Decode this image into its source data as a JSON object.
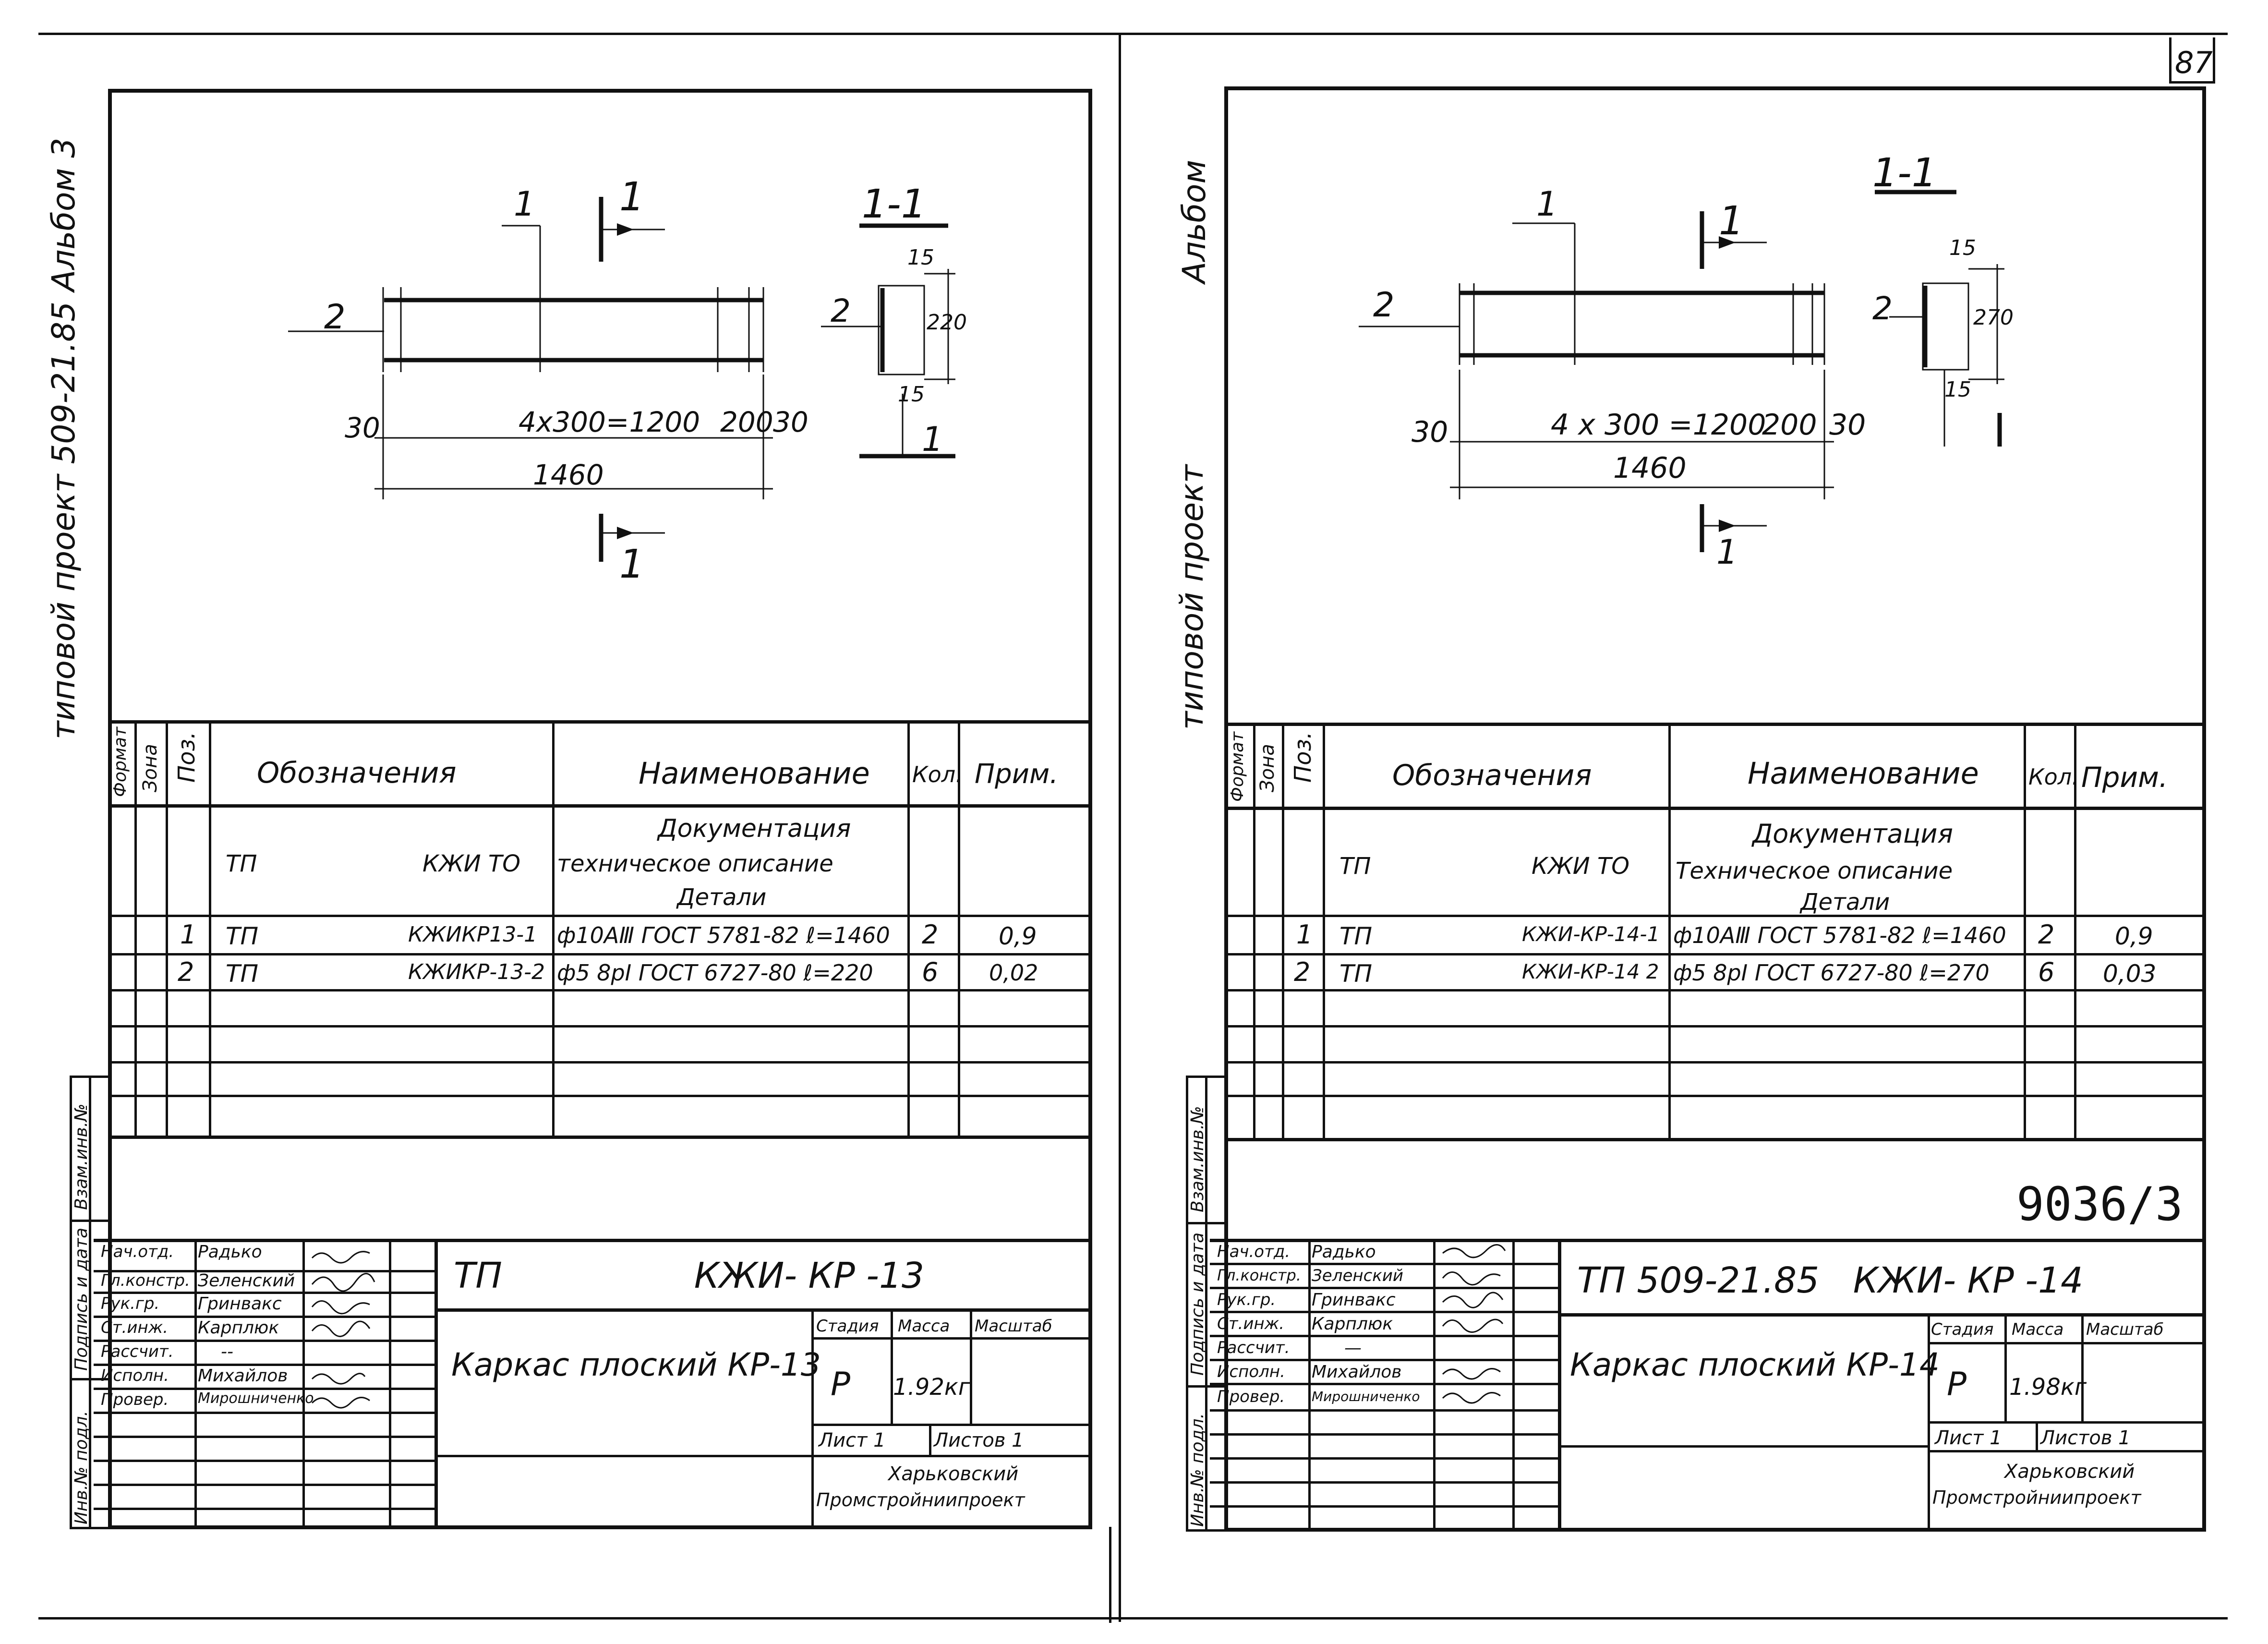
{
  "page_number": "87",
  "left": {
    "side_label": "типовой проект 509-21.85 Альбом 3",
    "drawing": {
      "section_label": "1-1",
      "cut_mark": "1",
      "pos1": "1",
      "pos2": "2",
      "dim_spacing": "4x300=1200",
      "dim_200": "200",
      "dim_30_left": "30",
      "dim_30_right": "30",
      "dim_total": "1460",
      "sec_15_top": "15",
      "sec_220": "220",
      "sec_15_bottom": "15"
    },
    "spec": {
      "headers": {
        "format": "Формат",
        "zone": "Зона",
        "pos": "Поз.",
        "designation": "Обозначения",
        "name": "Наименование",
        "qty": "Кол.",
        "note": "Прим."
      },
      "doc_row": {
        "designation_a": "ТП",
        "designation_b": "КЖИ ТО",
        "name_line1": "Документация",
        "name_line2": "техническое описание",
        "name_line3": "Детали"
      },
      "rows": [
        {
          "pos": "1",
          "designation_a": "ТП",
          "designation_b": "КЖИКР13-1",
          "name": "ф10АⅢ ГОСТ 5781-82 ℓ=1460",
          "qty": "2",
          "note": "0,9"
        },
        {
          "pos": "2",
          "designation_a": "ТП",
          "designation_b": "КЖИКР-13-2",
          "name": "ф5 8рⅠ ГОСТ 6727-80 ℓ=220",
          "qty": "6",
          "note": "0,02"
        }
      ]
    },
    "side_stamp": {
      "a": "Взам.инв.№",
      "b": "Подпись и дата",
      "c": "Инв.№ подл."
    },
    "title_block": {
      "roles": [
        "Нач.отд.",
        "Гл.констр.",
        "Рук.гр.",
        "Ст.инж.",
        "Рассчит.",
        "Исполн.",
        "Провер."
      ],
      "names": [
        "Радько",
        "Зеленский",
        "Гринвакс",
        "Карплюк",
        "--",
        "Михайлов",
        "Мирошниченко"
      ],
      "code": "ТП                 КЖИ- КР -13",
      "title": "Каркас плоский КР-13",
      "stage_label": "Стадия",
      "mass_label": "Масса",
      "scale_label": "Масштаб",
      "stage": "Р",
      "mass": "1.92кг",
      "sheet": "Лист 1",
      "sheets": "Листов 1",
      "org_line1": "Харьковский",
      "org_line2": "Промстройниипроект"
    }
  },
  "right": {
    "side_label_top": "Альбом",
    "side_label_bottom": "типовой проект",
    "drawing": {
      "section_label": "1-1",
      "cut_mark": "1",
      "pos1": "1",
      "pos2": "2",
      "dim_spacing": "4 x 300 =1200",
      "dim_200": "200",
      "dim_30_left": "30",
      "dim_30_right": "30",
      "dim_total": "1460",
      "sec_15_top": "15",
      "sec_270": "270",
      "sec_15_bottom": "15"
    },
    "spec": {
      "headers": {
        "format": "Формат",
        "zone": "Зона",
        "pos": "Поз.",
        "designation": "Обозначения",
        "name": "Наименование",
        "qty": "Кол.",
        "note": "Прим."
      },
      "doc_row": {
        "designation_a": "ТП",
        "designation_b": "КЖИ ТО",
        "name_line1": "Документация",
        "name_line2": "Техническое описание",
        "name_line3": "Детали"
      },
      "rows": [
        {
          "pos": "1",
          "designation_a": "ТП",
          "designation_b": "КЖИ-КР-14-1",
          "name": "ф10АⅢ ГОСТ 5781-82 ℓ=1460",
          "qty": "2",
          "note": "0,9"
        },
        {
          "pos": "2",
          "designation_a": "ТП",
          "designation_b": "КЖИ-КР-14 2",
          "name": "ф5 8рⅠ ГОСТ 6727-80 ℓ=270",
          "qty": "6",
          "note": "0,03"
        }
      ]
    },
    "doc_number": "9036/3",
    "side_stamp": {
      "a": "Взам.инв.№",
      "b": "Подпись и дата",
      "c": "Инв.№ подл."
    },
    "title_block": {
      "roles": [
        "Нач.отд.",
        "Гл.констр.",
        "Рук.гр.",
        "Ст.инж.",
        "Рассчит.",
        "Исполн.",
        "Провер."
      ],
      "names": [
        "Радько",
        "Зеленский",
        "Гринвакс",
        "Карплюк",
        "—",
        "Михайлов",
        "Мирошниченко"
      ],
      "code": "ТП 509-21.85   КЖИ- КР -14",
      "title": "Каркас плоский КР-14",
      "stage_label": "Стадия",
      "mass_label": "Масса",
      "scale_label": "Масштаб",
      "stage": "Р",
      "mass": "1.98кг",
      "sheet": "Лист 1",
      "sheets": "Листов 1",
      "org_line1": "Харьковский",
      "org_line2": "Промстройниипроект"
    }
  }
}
